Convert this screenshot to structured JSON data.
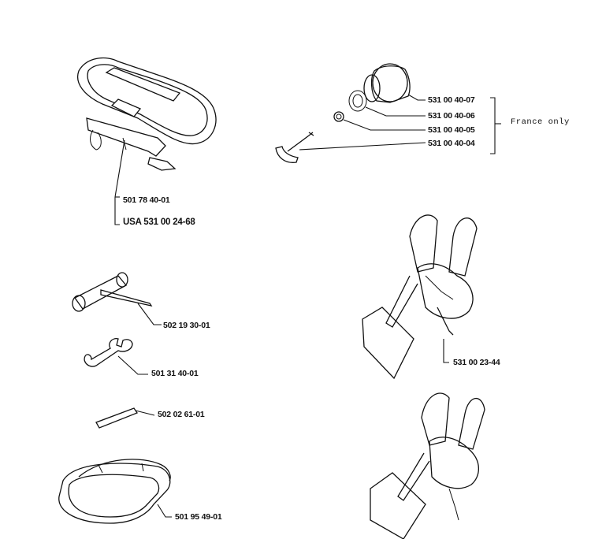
{
  "parts": {
    "belt": "501 78 40-01",
    "belt_usa": "USA 531 00 24-68",
    "knob": "531 00 40-07",
    "washer": "531 00 40-06",
    "nut": "531 00 40-05",
    "hook": "531 00 40-04",
    "france_note": "France only",
    "combination_wrench": "502 19 30-01",
    "open_wrench": "501 31 40-01",
    "pin": "502 02 61-01",
    "goggles": "501 95 49-01",
    "harness": "531 00 23-44"
  }
}
